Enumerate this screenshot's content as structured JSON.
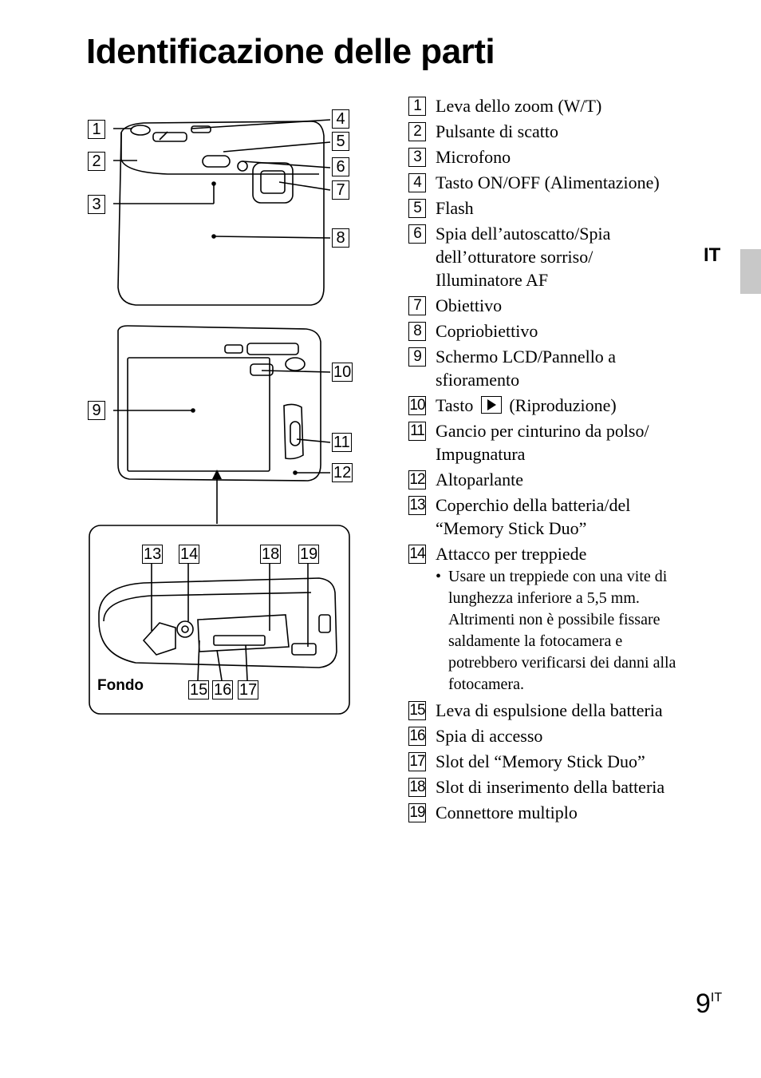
{
  "page": {
    "title": "Identificazione delle parti",
    "lang_tab": "IT",
    "page_number": "9",
    "page_suffix": "IT"
  },
  "figure": {
    "bottom_label": "Fondo",
    "callouts": [
      "1",
      "2",
      "3",
      "4",
      "5",
      "6",
      "7",
      "8",
      "9",
      "10",
      "11",
      "12",
      "13",
      "14",
      "18",
      "19",
      "15",
      "16",
      "17"
    ]
  },
  "parts": [
    {
      "num": "1",
      "text": "Leva dello zoom (W/T)"
    },
    {
      "num": "2",
      "text": "Pulsante di scatto"
    },
    {
      "num": "3",
      "text": "Microfono"
    },
    {
      "num": "4",
      "text": "Tasto ON/OFF (Alimentazione)"
    },
    {
      "num": "5",
      "text": "Flash"
    },
    {
      "num": "6",
      "text": "Spia dell’autoscatto/Spia dell’otturatore sorriso/ Illuminatore AF"
    },
    {
      "num": "7",
      "text": "Obiettivo"
    },
    {
      "num": "8",
      "text": "Copriobiettivo"
    },
    {
      "num": "9",
      "text": "Schermo LCD/Pannello a sfioramento"
    },
    {
      "num": "10",
      "text_before": "Tasto",
      "icon": "play-icon",
      "text_after": "(Riproduzione)"
    },
    {
      "num": "11",
      "text": "Gancio per cinturino da polso/ Impugnatura"
    },
    {
      "num": "12",
      "text": "Altoparlante"
    },
    {
      "num": "13",
      "text": "Coperchio della batteria/del “Memory Stick Duo”"
    },
    {
      "num": "14",
      "text": "Attacco per treppiede",
      "note": "Usare un treppiede con una vite di lunghezza inferiore a 5,5 mm. Altrimenti non è possibile fissare saldamente la fotocamera e potrebbero verificarsi dei danni alla fotocamera."
    },
    {
      "num": "15",
      "text": "Leva di espulsione della batteria"
    },
    {
      "num": "16",
      "text": "Spia di accesso"
    },
    {
      "num": "17",
      "text": "Slot del “Memory Stick Duo”"
    },
    {
      "num": "18",
      "text": "Slot di inserimento della batteria"
    },
    {
      "num": "19",
      "text": "Connettore multiplo"
    }
  ]
}
